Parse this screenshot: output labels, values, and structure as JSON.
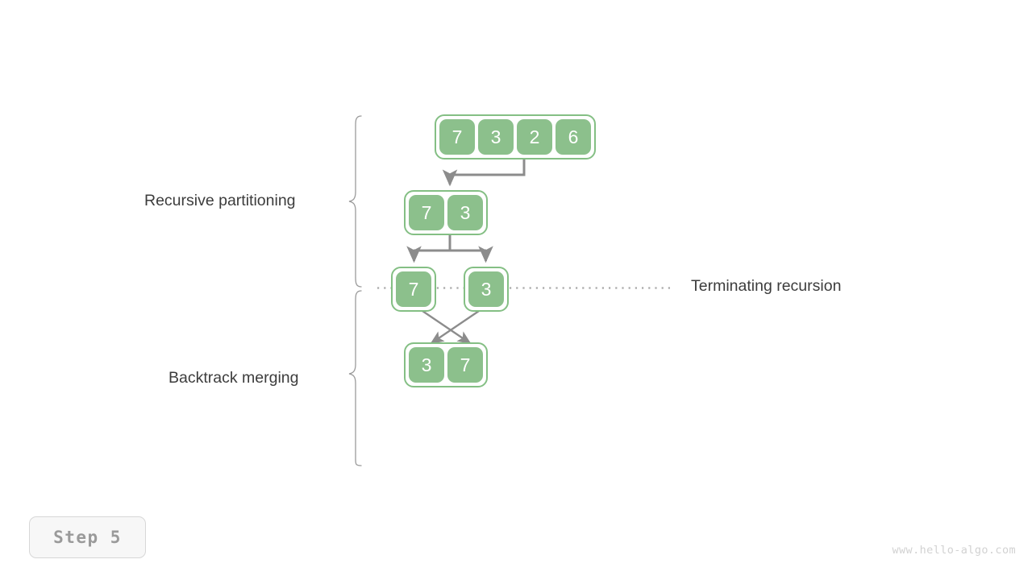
{
  "meta": {
    "title": "Merge sort recursion diagram",
    "background": "#ffffff"
  },
  "colors": {
    "cell_fill": "#8cc08c",
    "cell_border": "#84bf84",
    "cell_text": "#ffffff",
    "arrow": "#8c8c8c",
    "brace": "#9a9a9a",
    "dotted_line": "#a8a8a8",
    "label_text": "#3c3c3c",
    "badge_bg": "#f7f7f7",
    "badge_text": "#9a9a9a",
    "watermark": "#d2d2d2"
  },
  "labels": {
    "recursive": "Recursive partitioning",
    "backtrack": "Backtrack merging",
    "terminating": "Terminating recursion"
  },
  "arrays": {
    "root": {
      "name": "root-array",
      "values": [
        "7",
        "3",
        "2",
        "6"
      ]
    },
    "left2": {
      "name": "left-half-array",
      "values": [
        "7",
        "3"
      ]
    },
    "single_left": {
      "name": "single-element-7",
      "values": [
        "7"
      ]
    },
    "single_right": {
      "name": "single-element-3",
      "values": [
        "3"
      ]
    },
    "merged": {
      "name": "merged-array",
      "values": [
        "3",
        "7"
      ]
    }
  },
  "badge": {
    "label": "Step 5"
  },
  "watermark": {
    "text": "www.hello-algo.com"
  },
  "icons": {
    "brace_top": "curly-brace-icon",
    "brace_bottom": "curly-brace-icon",
    "dotted_divider": "dotted-divider-icon"
  }
}
